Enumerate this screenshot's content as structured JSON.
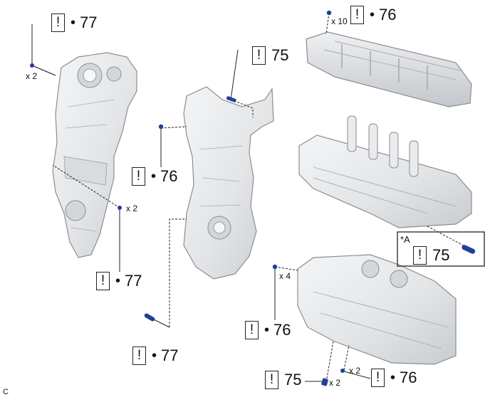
{
  "callouts": [
    {
      "id": "c1",
      "mark": "!",
      "number": "77"
    },
    {
      "id": "c2",
      "mark": "!",
      "number": "75"
    },
    {
      "id": "c3",
      "mark": "!",
      "number": "76"
    },
    {
      "id": "c4",
      "mark": "!",
      "number": "76"
    },
    {
      "id": "c5",
      "mark": "!",
      "number": "77"
    },
    {
      "id": "c6",
      "mark": "!",
      "number": "75"
    },
    {
      "id": "c7",
      "mark": "!",
      "number": "76"
    },
    {
      "id": "c8",
      "mark": "!",
      "number": "77"
    },
    {
      "id": "c9",
      "mark": "!",
      "number": "75"
    },
    {
      "id": "c10",
      "mark": "!",
      "number": "76"
    }
  ],
  "bullet": "•",
  "multipliers": {
    "m1": "x 2",
    "m2": "x 10",
    "m3": "x 2",
    "m4": "x 4",
    "m5": "x 2",
    "m6": "x 2"
  },
  "inset_label": "*A",
  "corner_code": "C",
  "colors": {
    "part": "#e6e8ea",
    "part_edge": "#8a8e92",
    "shade": "#c7cacd",
    "bolt": "#1f3f9a",
    "leader": "#222222"
  }
}
